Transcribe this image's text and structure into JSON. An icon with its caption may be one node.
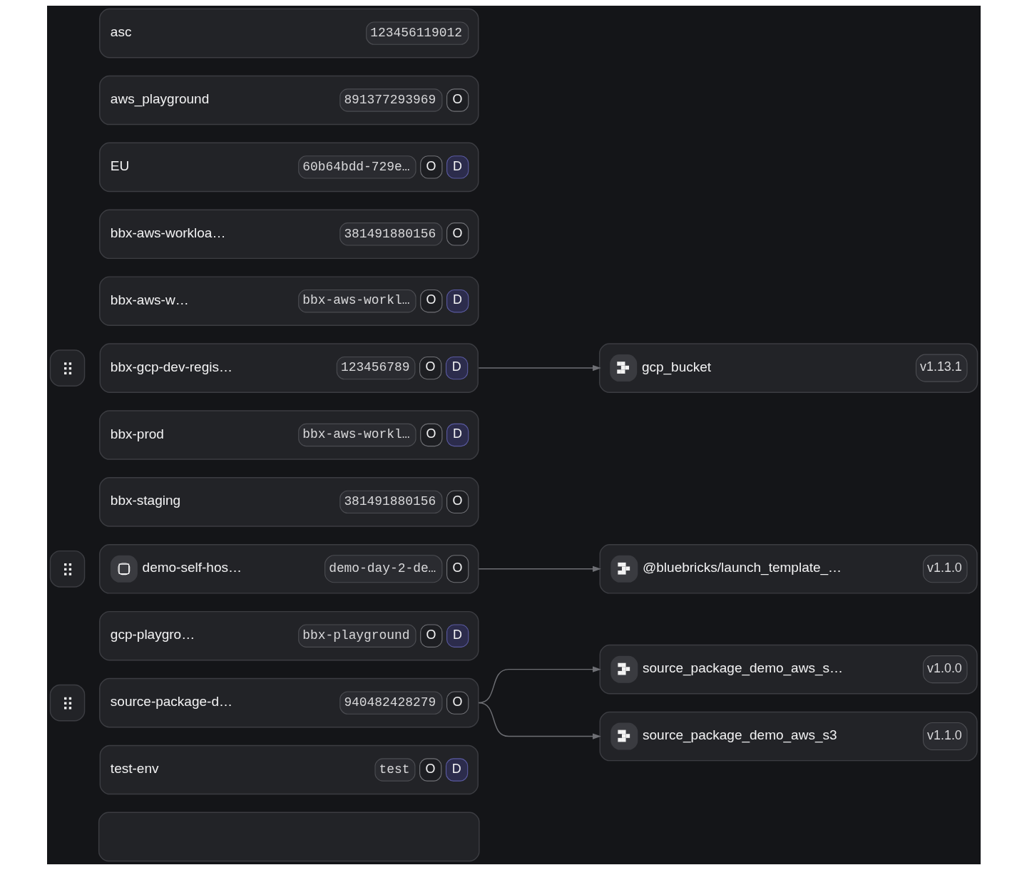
{
  "diagram": {
    "nodes": [
      {
        "text": [
          "asc",
          "123456119012"
        ]
      },
      {
        "text": [
          "aws_playground",
          "891377293969",
          "O"
        ]
      },
      {
        "text": [
          "EU",
          "60b64bdd-729e…",
          "O",
          "D"
        ]
      },
      {
        "text": [
          "bbx-aws-workloa…",
          "381491880156",
          "O"
        ]
      },
      {
        "text": [
          "bbx-aws-w…",
          "bbx-aws-workl…",
          "O",
          "D"
        ]
      },
      {
        "text": [],
        "shape": "box"
      },
      {
        "text": [
          "bbx-gcp-dev-regis…",
          "123456789",
          "O",
          "D"
        ]
      },
      {
        "text": [
          "gcp_bucket",
          "v1.13.1"
        ]
      },
      {
        "text": [
          "bbx-prod",
          "bbx-aws-workl…",
          "O",
          "D"
        ]
      },
      {
        "text": [
          "bbx-staging",
          "381491880156",
          "O"
        ]
      },
      {
        "text": [],
        "shape": "box"
      },
      {
        "text": [
          "demo-self-hos…",
          "demo-day-2-de…",
          "O"
        ]
      },
      {
        "text": [
          "@bluebricks/launch_template_…",
          "v1.1.0"
        ]
      },
      {
        "text": [
          "gcp-playgro…",
          "bbx-playground",
          "O",
          "D"
        ]
      },
      {
        "text": [
          "source_package_demo_aws_s…",
          "v1.0.0"
        ]
      },
      {
        "text": [],
        "shape": "box"
      },
      {
        "text": [
          "source-package-d…",
          "940482428279",
          "O"
        ]
      },
      {
        "text": [
          "source_package_demo_aws_s3",
          "v1.1.0"
        ]
      },
      {
        "text": [
          "test-env",
          "test",
          "O",
          "D"
        ]
      },
      {
        "text": [],
        "shape": "box"
      }
    ],
    "edges": [
      {
        "from": 6,
        "to": 7,
        "arrow": "to"
      },
      {
        "from": 11,
        "to": 12,
        "arrow": "to"
      },
      {
        "from": 16,
        "to": 14,
        "arrow": "to"
      },
      {
        "from": 16,
        "to": 17,
        "arrow": "to"
      }
    ]
  }
}
